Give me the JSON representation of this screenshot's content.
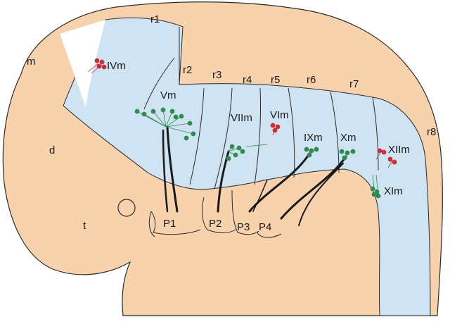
{
  "colors": {
    "embryo": "#f8d2ad",
    "neural_tube": "#cfe3f2",
    "outline": "#2b2b2b",
    "nerve": "#1a1a1a",
    "green_cells": "#2f8a4f",
    "red_cells": "#c5303a"
  },
  "region_labels": {
    "m": "m",
    "d": "d",
    "t": "t"
  },
  "rhombomeres": [
    "r1",
    "r2",
    "r3",
    "r4",
    "r5",
    "r6",
    "r7",
    "r8"
  ],
  "pharyngeal_arches": [
    "P1",
    "P2",
    "P3",
    "P4"
  ],
  "nuclei": {
    "IVm": "IVm",
    "Vm": "Vm",
    "VIIm": "VIIm",
    "VIm": "VIm",
    "IXm": "IXm",
    "Xm": "Xm",
    "XIIm": "XIIm",
    "XIm": "XIm"
  }
}
